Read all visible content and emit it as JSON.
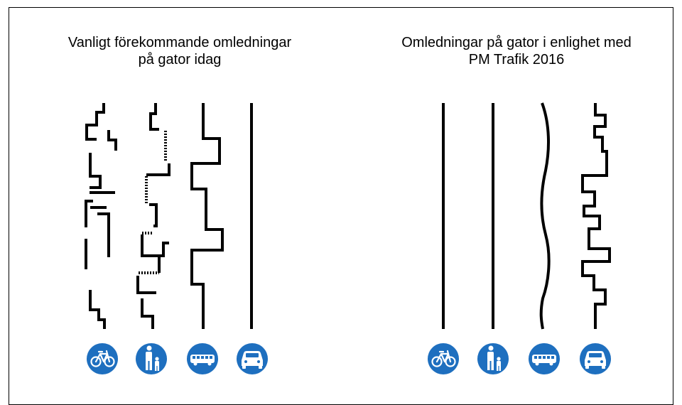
{
  "left_panel": {
    "title_line1": "Vanligt förekommande omledningar",
    "title_line2": "på gator idag",
    "signs": [
      "bicycle-icon",
      "pedestrian-icon",
      "bus-icon",
      "car-icon"
    ]
  },
  "right_panel": {
    "title_line1": "Omledningar på gator i enlighet med",
    "title_line2": "PM Trafik 2016",
    "signs": [
      "bicycle-icon",
      "pedestrian-icon",
      "bus-icon",
      "car-icon"
    ]
  },
  "colors": {
    "sign_blue": "#1e6fbf",
    "line": "#000000",
    "frame": "#000000"
  }
}
